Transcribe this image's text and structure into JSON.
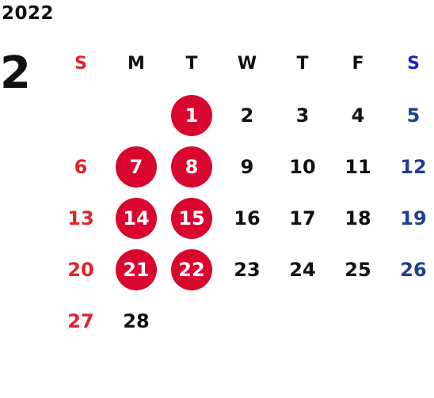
{
  "year": "2022",
  "month": "2",
  "colors": {
    "sunday": "#e0242b",
    "saturday_header": "#1a23c8",
    "saturday": "#1f3f93",
    "highlight": "#d9062f",
    "text": "#111111"
  },
  "weekdays": [
    "S",
    "M",
    "T",
    "W",
    "T",
    "F",
    "S"
  ],
  "weeks": [
    [
      {
        "label": ""
      },
      {
        "label": ""
      },
      {
        "label": "1",
        "marked": true
      },
      {
        "label": "2"
      },
      {
        "label": "3"
      },
      {
        "label": "4"
      },
      {
        "label": "5"
      }
    ],
    [
      {
        "label": "6"
      },
      {
        "label": "7",
        "marked": true
      },
      {
        "label": "8",
        "marked": true
      },
      {
        "label": "9"
      },
      {
        "label": "10"
      },
      {
        "label": "11"
      },
      {
        "label": "12"
      }
    ],
    [
      {
        "label": "13"
      },
      {
        "label": "14",
        "marked": true
      },
      {
        "label": "15",
        "marked": true
      },
      {
        "label": "16"
      },
      {
        "label": "17"
      },
      {
        "label": "18"
      },
      {
        "label": "19"
      }
    ],
    [
      {
        "label": "20"
      },
      {
        "label": "21",
        "marked": true
      },
      {
        "label": "22",
        "marked": true
      },
      {
        "label": "23"
      },
      {
        "label": "24"
      },
      {
        "label": "25"
      },
      {
        "label": "26"
      }
    ],
    [
      {
        "label": "27"
      },
      {
        "label": "28"
      },
      {
        "label": ""
      },
      {
        "label": ""
      },
      {
        "label": ""
      },
      {
        "label": ""
      },
      {
        "label": ""
      }
    ]
  ]
}
